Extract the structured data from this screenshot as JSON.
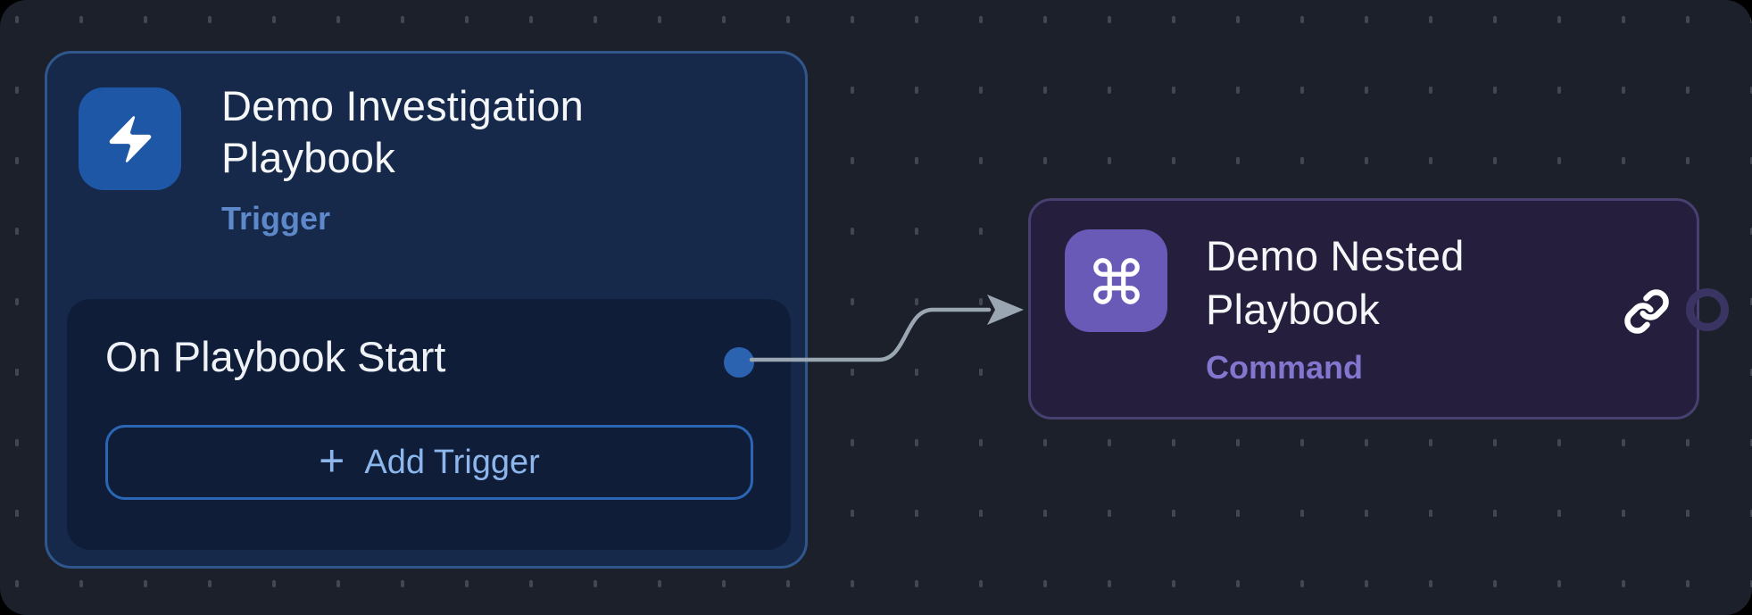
{
  "canvas": {
    "background": "#1b202b",
    "grid": {
      "dash_color": "#484d58"
    }
  },
  "edge": {
    "color": "#9aa6b2",
    "from": "trigger-output-port",
    "to": "command-node"
  },
  "nodes": {
    "trigger": {
      "title": "Demo Investigation Playbook",
      "type_label": "Trigger",
      "icon": "lightning-bolt",
      "icon_bg": "#1f57a7",
      "type_color": "#5d88ca",
      "body_bg": "#16294a",
      "section": {
        "label": "On Playbook Start",
        "port_color": "#2b63b1",
        "add_button": {
          "plus": "+",
          "label": "Add Trigger"
        }
      }
    },
    "command": {
      "title": "Demo Nested Playbook",
      "type_label": "Command",
      "icon": "command-symbol",
      "icon_bg": "#6a5ab8",
      "type_color": "#8376cf",
      "body_bg": "#251f3d",
      "link_icon": "chain-link",
      "port": "output-port-ring"
    }
  }
}
